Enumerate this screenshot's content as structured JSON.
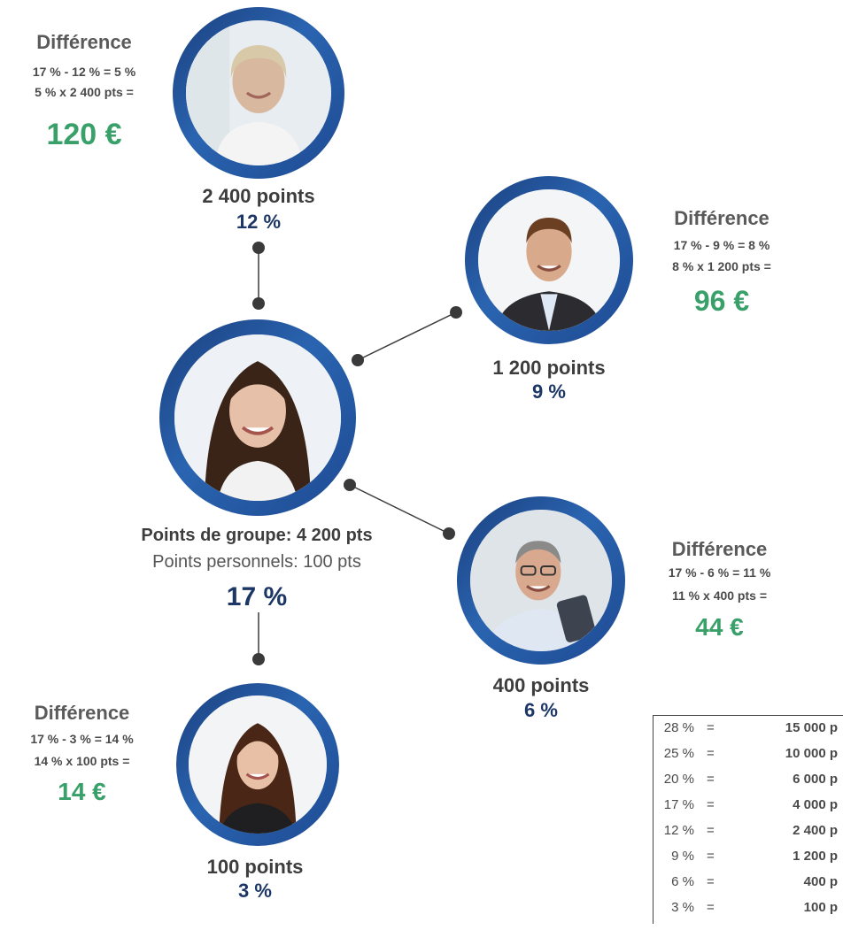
{
  "nodes": {
    "top": {
      "points": "2 400 points",
      "pct": "12 %",
      "diff_title": "Différence",
      "diff_line1": "17 % - 12 % = 5 %",
      "diff_line2": "5 % x 2 400 pts =",
      "amount": "120 €"
    },
    "right_top": {
      "points": "1 200 points",
      "pct": "9 %",
      "diff_title": "Différence",
      "diff_line1": "17 % - 9 % = 8 %",
      "diff_line2": "8 % x 1 200 pts =",
      "amount": "96 €"
    },
    "center": {
      "group_points": "Points de groupe: 4 200 pts",
      "personal_points": "Points personnels: 100 pts",
      "pct": "17 %"
    },
    "right_bottom": {
      "points": "400 points",
      "pct": "6 %",
      "diff_title": "Différence",
      "diff_line1": "17 % - 6 % = 11 %",
      "diff_line2": "11 % x 400 pts =",
      "amount": "44 €"
    },
    "bottom": {
      "points": "100 points",
      "pct": "3 %",
      "diff_title": "Différence",
      "diff_line1": "17 % - 3 % = 14 %",
      "diff_line2": "14 % x 100 pts =",
      "amount": "14 €"
    }
  },
  "table": {
    "rows": [
      {
        "pct": "28 %",
        "eq": "=",
        "value": "15 000 p"
      },
      {
        "pct": "25 %",
        "eq": "=",
        "value": "10 000 p"
      },
      {
        "pct": "20 %",
        "eq": "=",
        "value": "6 000 p"
      },
      {
        "pct": "17 %",
        "eq": "=",
        "value": "4 000 p"
      },
      {
        "pct": "12 %",
        "eq": "=",
        "value": "2 400 p"
      },
      {
        "pct": "9 %",
        "eq": "=",
        "value": "1 200 p"
      },
      {
        "pct": "6 %",
        "eq": "=",
        "value": "400 p"
      },
      {
        "pct": "3 %",
        "eq": "=",
        "value": "100 p"
      }
    ]
  },
  "colors": {
    "ring": "#1e4a92",
    "amount": "#3aa06a",
    "percent": "#1c3766"
  }
}
